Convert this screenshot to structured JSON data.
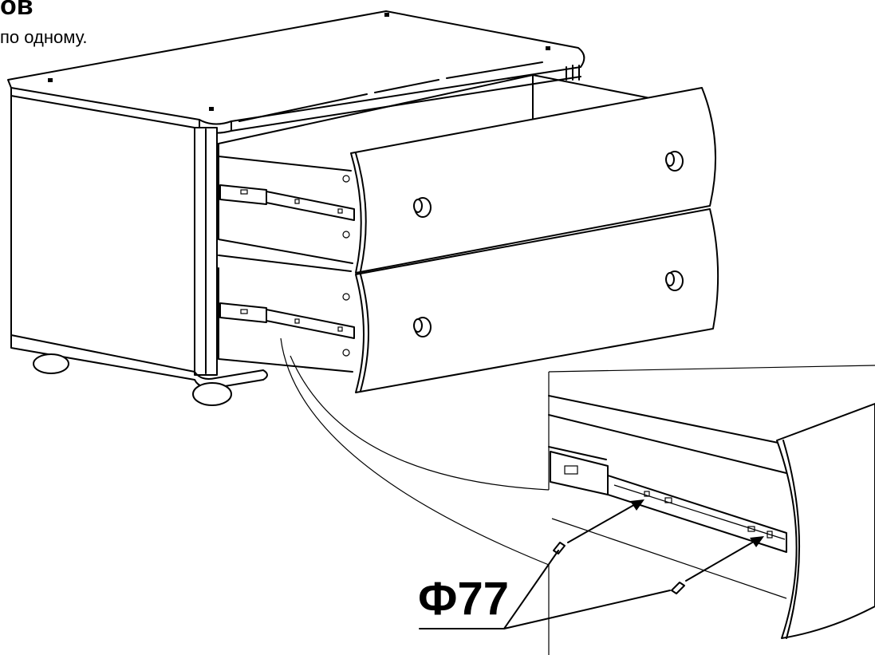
{
  "heading_fragment": "ов",
  "instruction_fragment": "по одному.",
  "callout": {
    "screw_code": "Ф77"
  }
}
